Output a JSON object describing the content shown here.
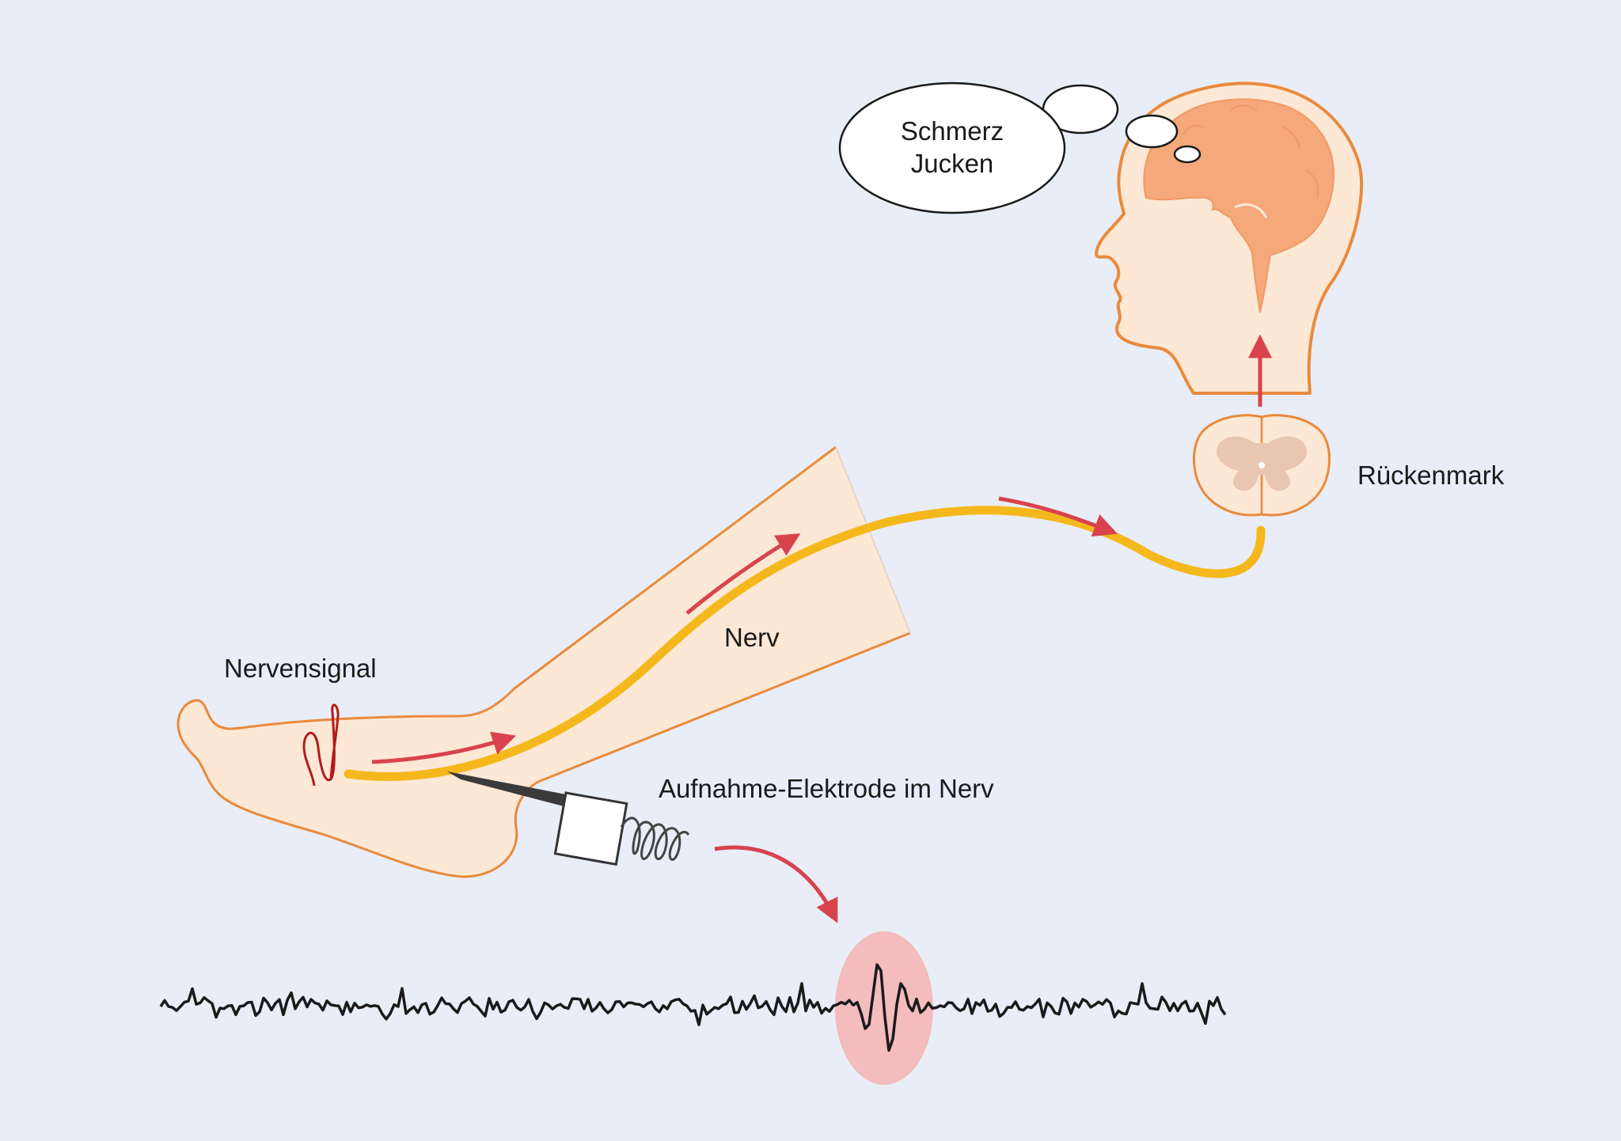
{
  "labels": {
    "thought_line1": "Schmerz",
    "thought_line2": "Jucken",
    "spinal_cord": "Rückenmark",
    "nerve": "Nerv",
    "nerve_signal": "Nervensignal",
    "electrode": "Aufnahme-Elektrode im Nerv"
  },
  "colors": {
    "background": "#e9edf7",
    "skin": "#fde8d6",
    "outline": "#e98a3c",
    "brain": "#f5a87a",
    "nerve": "#f5b81c",
    "arrow": "#d8434d",
    "signal": "#b31b1b",
    "highlight": "#f4bcbc",
    "trace": "#1a1a1a"
  },
  "icons": {
    "head": "head-with-brain-icon",
    "spinal_cord": "spinal-cord-cross-section-icon",
    "electrode": "recording-electrode-icon",
    "thought": "thought-bubble-icon"
  }
}
